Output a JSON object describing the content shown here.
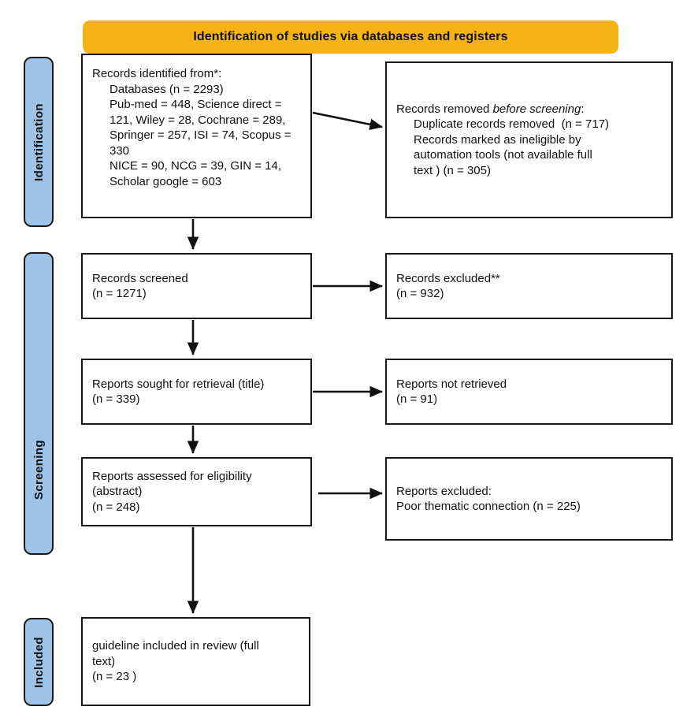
{
  "diagram": {
    "type": "prisma-flow-diagram",
    "colors": {
      "banner": "#f5b315",
      "stage_bar": "#9dc3e6",
      "box_border": "#1a1a1a",
      "text": "#111111",
      "background": "#ffffff"
    },
    "banner": {
      "title": "Identification of studies via databases and registers"
    },
    "stages": [
      {
        "id": "identification",
        "label": "Identification"
      },
      {
        "id": "screening",
        "label": "Screening"
      },
      {
        "id": "included",
        "label": "Included"
      }
    ],
    "boxes": {
      "records_identified": {
        "lines": [
          {
            "text": "Records identified from*:",
            "indent": false
          },
          {
            "text": "Databases (n = 2293)",
            "indent": true
          },
          {
            "text": "Pub-med = 448, Science direct =",
            "indent": true
          },
          {
            "text": "121, Wiley = 28, Cochrane = 289,",
            "indent": true
          },
          {
            "text": "Springer = 257, ISI = 74, Scopus =",
            "indent": true
          },
          {
            "text": "330",
            "indent": true
          },
          {
            "text": "NICE = 90, NCG = 39, GIN = 14,",
            "indent": true
          },
          {
            "text": "Scholar google = 603",
            "indent": true
          }
        ]
      },
      "records_removed": {
        "lines": [
          {
            "text": "Records removed before screening:",
            "indent": false,
            "italic_part": "before screening"
          },
          {
            "text": "Duplicate records removed  (n = 717)",
            "indent": true
          },
          {
            "text": "Records marked as ineligible by",
            "indent": true
          },
          {
            "text": "automation tools (not available full",
            "indent": true
          },
          {
            "text": "text ) (n = 305)",
            "indent": true
          }
        ]
      },
      "records_screened": {
        "lines": [
          {
            "text": "Records screened",
            "indent": false
          },
          {
            "text": "(n = 1271)",
            "indent": false
          }
        ]
      },
      "records_excluded": {
        "lines": [
          {
            "text": "Records excluded**",
            "indent": false
          },
          {
            "text": "(n = 932)",
            "indent": false
          }
        ]
      },
      "reports_sought": {
        "lines": [
          {
            "text": "Reports sought for retrieval (title)",
            "indent": false
          },
          {
            "text": "(n = 339)",
            "indent": false
          }
        ]
      },
      "reports_not_retrieved": {
        "lines": [
          {
            "text": "Reports not retrieved",
            "indent": false
          },
          {
            "text": "(n = 91)",
            "indent": false
          }
        ]
      },
      "reports_assessed": {
        "lines": [
          {
            "text": "Reports assessed for eligibility",
            "indent": false
          },
          {
            "text": "(abstract)",
            "indent": false
          },
          {
            "text": "(n = 248)",
            "indent": false
          }
        ]
      },
      "reports_excluded": {
        "lines": [
          {
            "text": "Reports excluded:",
            "indent": false
          },
          {
            "text": "Poor thematic connection (n = 225)",
            "indent": false
          }
        ]
      },
      "guideline_included": {
        "lines": [
          {
            "text": "guideline included in review (full",
            "indent": false
          },
          {
            "text": "text)",
            "indent": false
          },
          {
            "text": "(n = 23 )",
            "indent": false
          }
        ]
      }
    },
    "chart_data": {
      "type": "flowchart",
      "title": "Identification of studies via databases and registers",
      "nodes": [
        {
          "id": "records_identified",
          "stage": "Identification",
          "label": "Records identified from*",
          "n": 2293,
          "sources": [
            {
              "name": "Pub-med",
              "n": 448
            },
            {
              "name": "Science direct",
              "n": 121
            },
            {
              "name": "Wiley",
              "n": 28
            },
            {
              "name": "Cochrane",
              "n": 289
            },
            {
              "name": "Springer",
              "n": 257
            },
            {
              "name": "ISI",
              "n": 74
            },
            {
              "name": "Scopus",
              "n": 330
            },
            {
              "name": "NICE",
              "n": 90
            },
            {
              "name": "NCG",
              "n": 39
            },
            {
              "name": "GIN",
              "n": 14
            },
            {
              "name": "Scholar google",
              "n": 603
            }
          ]
        },
        {
          "id": "records_removed",
          "stage": "Identification",
          "label": "Records removed before screening",
          "items": [
            {
              "name": "Duplicate records removed",
              "n": 717
            },
            {
              "name": "Records marked as ineligible by automation tools (not available full text)",
              "n": 305
            }
          ]
        },
        {
          "id": "records_screened",
          "stage": "Screening",
          "label": "Records screened",
          "n": 1271
        },
        {
          "id": "records_excluded",
          "stage": "Screening",
          "label": "Records excluded**",
          "n": 932
        },
        {
          "id": "reports_sought",
          "stage": "Screening",
          "label": "Reports sought for retrieval (title)",
          "n": 339
        },
        {
          "id": "reports_not_retrieved",
          "stage": "Screening",
          "label": "Reports not retrieved",
          "n": 91
        },
        {
          "id": "reports_assessed",
          "stage": "Screening",
          "label": "Reports assessed for eligibility (abstract)",
          "n": 248
        },
        {
          "id": "reports_excluded",
          "stage": "Screening",
          "label": "Reports excluded: Poor thematic connection",
          "n": 225
        },
        {
          "id": "guideline_included",
          "stage": "Included",
          "label": "guideline included in review (full text)",
          "n": 23
        }
      ],
      "edges": [
        {
          "from": "records_identified",
          "to": "records_removed",
          "direction": "right"
        },
        {
          "from": "records_identified",
          "to": "records_screened",
          "direction": "down"
        },
        {
          "from": "records_screened",
          "to": "records_excluded",
          "direction": "right"
        },
        {
          "from": "records_screened",
          "to": "reports_sought",
          "direction": "down"
        },
        {
          "from": "reports_sought",
          "to": "reports_not_retrieved",
          "direction": "right"
        },
        {
          "from": "reports_sought",
          "to": "reports_assessed",
          "direction": "down"
        },
        {
          "from": "reports_assessed",
          "to": "reports_excluded",
          "direction": "right"
        },
        {
          "from": "reports_assessed",
          "to": "guideline_included",
          "direction": "down"
        }
      ]
    }
  }
}
